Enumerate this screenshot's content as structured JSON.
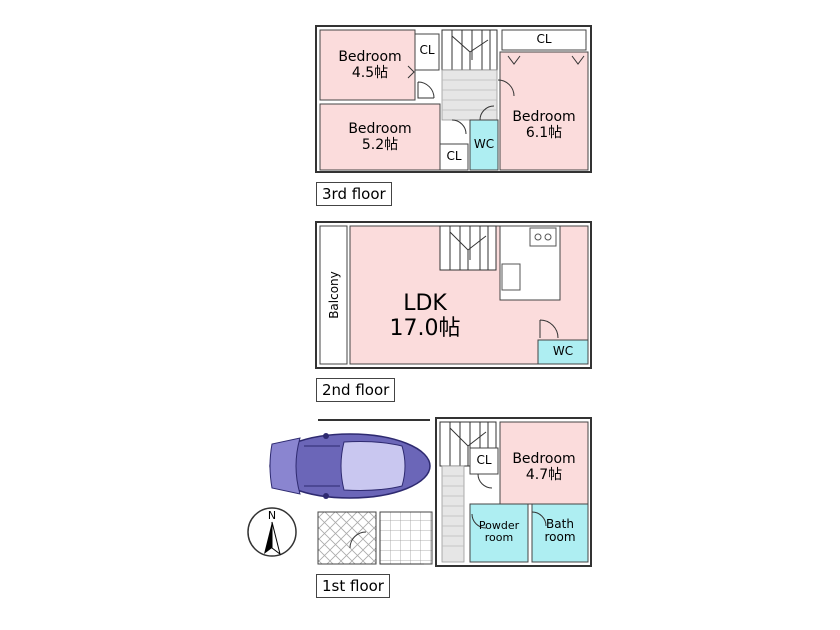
{
  "floors": {
    "third": {
      "label": "3rd floor",
      "rooms": {
        "bed45": {
          "name": "Bedroom",
          "size": "4.5帖"
        },
        "bed52": {
          "name": "Bedroom",
          "size": "5.2帖"
        },
        "bed61": {
          "name": "Bedroom",
          "size": "6.1帖"
        },
        "cl_a": "CL",
        "cl_b": "CL",
        "cl_c": "CL",
        "wc": "WC"
      }
    },
    "second": {
      "label": "2nd floor",
      "rooms": {
        "ldk": {
          "name": "LDK",
          "size": "17.0帖"
        },
        "balcony": "Balcony",
        "wc": "WC"
      }
    },
    "first": {
      "label": "1st floor",
      "rooms": {
        "bed47": {
          "name": "Bedroom",
          "size": "4.7帖"
        },
        "cl": "CL",
        "powder": {
          "line1": "Powder",
          "line2": "room"
        },
        "bath": {
          "line1": "Bath",
          "line2": "room"
        }
      }
    }
  },
  "compass": {
    "north": "N"
  },
  "colors": {
    "room_pink": "#fbdcdc",
    "wet_cyan": "#aeeef2",
    "car_purple": "#6b66b8",
    "wall": "#333333"
  }
}
